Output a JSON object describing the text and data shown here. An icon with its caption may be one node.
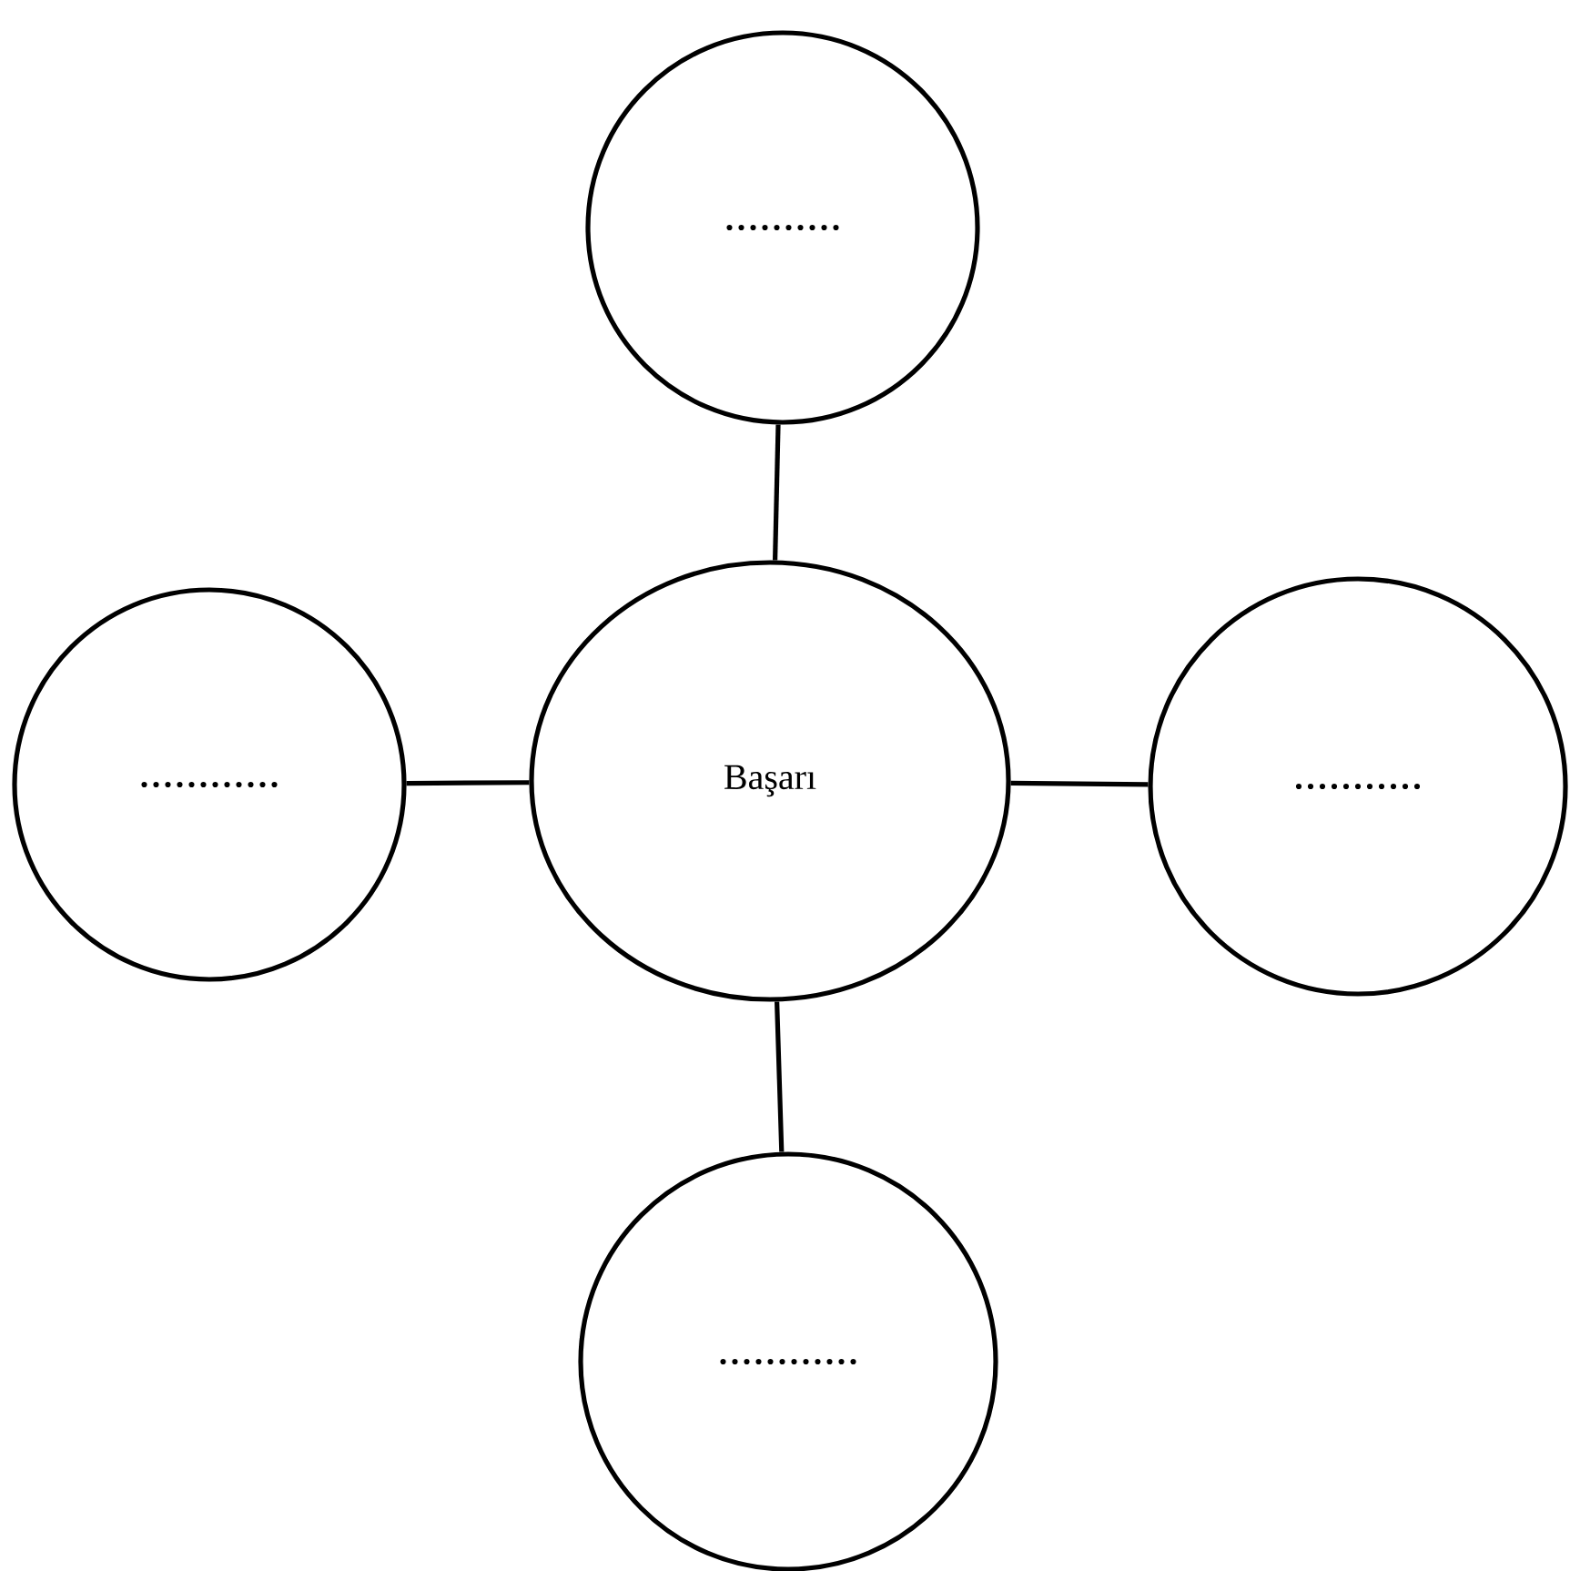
{
  "diagram": {
    "nodes": [
      {
        "text": [
          ".........."
        ]
      },
      {
        "text": [
          "............"
        ]
      },
      {
        "text": [
          "Başarı"
        ]
      },
      {
        "text": [
          "..........."
        ]
      },
      {
        "text": [
          "............"
        ]
      }
    ],
    "edges": [
      {
        "from": 2,
        "to": 0,
        "arrow": "none"
      },
      {
        "from": 2,
        "to": 1,
        "arrow": "none"
      },
      {
        "from": 2,
        "to": 3,
        "arrow": "none"
      },
      {
        "from": 2,
        "to": 4,
        "arrow": "none"
      }
    ]
  }
}
